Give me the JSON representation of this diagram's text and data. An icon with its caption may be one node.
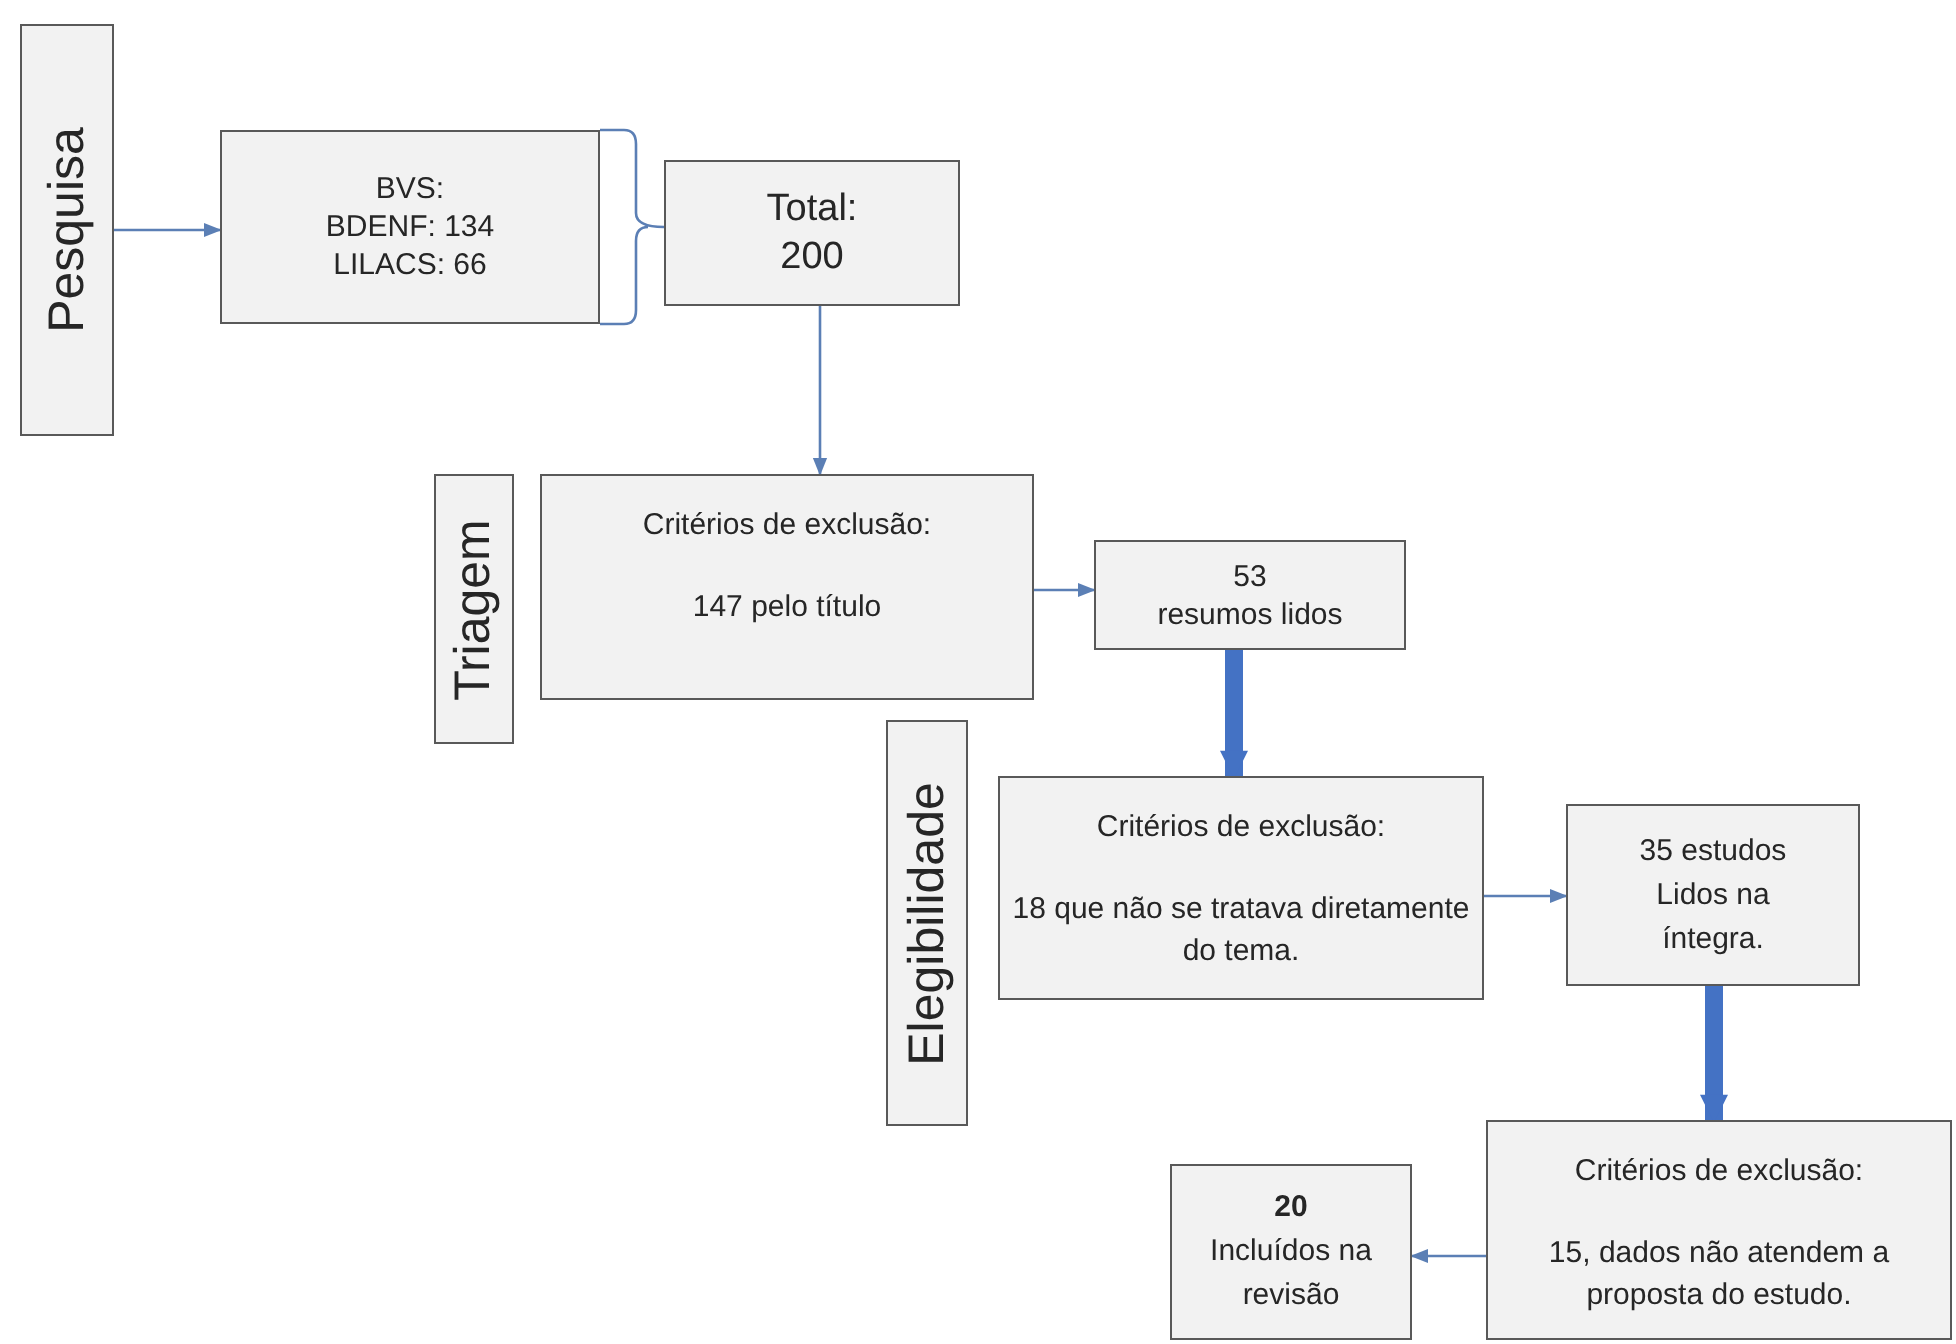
{
  "diagram": {
    "nodes": [
      {
        "text": [
          "Pesquisa"
        ]
      },
      {
        "text": [
          "BVS:",
          "BDENF: 134",
          "LILACS: 66"
        ]
      },
      {
        "text": [
          "Total:",
          "200"
        ]
      },
      {
        "text": [
          "Triagem"
        ]
      },
      {
        "text": [
          "Critérios de exclusão:",
          "147 pelo título"
        ]
      },
      {
        "text": [
          "53",
          "resumos lidos"
        ]
      },
      {
        "text": [
          "Elegibilidade"
        ]
      },
      {
        "text": [
          "Critérios de exclusão:",
          "18 que não se tratava diretamente do tema."
        ]
      },
      {
        "text": [
          "35 estudos Lidos na íntegra."
        ]
      },
      {
        "text": [
          "Critérios de exclusão:",
          "15, dados não atendem a proposta do estudo."
        ]
      },
      {
        "text": [
          "20",
          "Incluídos na revisão"
        ]
      }
    ],
    "edges": [
      {
        "from": 0,
        "to": 1,
        "arrow": "to"
      },
      {
        "from": 1,
        "to": 2,
        "arrow": "none"
      },
      {
        "from": 2,
        "to": 4,
        "arrow": "to"
      },
      {
        "from": 4,
        "to": 5,
        "arrow": "to"
      },
      {
        "from": 5,
        "to": 7,
        "arrow": "to",
        "style": "thick",
        "color": "#4472c4"
      },
      {
        "from": 7,
        "to": 8,
        "arrow": "to"
      },
      {
        "from": 8,
        "to": 9,
        "arrow": "to",
        "style": "thick",
        "color": "#4472c4"
      },
      {
        "from": 9,
        "to": 10,
        "arrow": "to"
      }
    ]
  }
}
